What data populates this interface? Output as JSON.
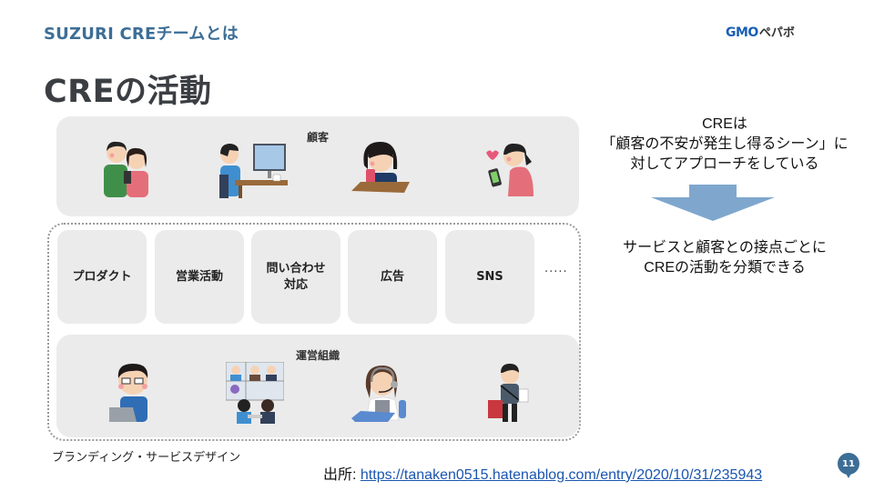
{
  "header": {
    "section_title": "SUZURI CREチームとは",
    "page_title": "CREの活動",
    "logo": {
      "brand": "GMO",
      "sub": "ペパボ"
    }
  },
  "diagram": {
    "customer_panel": {
      "label": "顧客",
      "illustrations": [
        "couple-with-tablet",
        "man-at-computer-drawing",
        "student-with-phone",
        "woman-with-phone-heart"
      ]
    },
    "touchpoints": [
      {
        "label": "プロダクト"
      },
      {
        "label": "営業活動"
      },
      {
        "label": "問い合わせ\n対応",
        "line1": "問い合わせ",
        "line2": "対応"
      },
      {
        "label": "広告"
      },
      {
        "label": "SNS"
      }
    ],
    "touchpoints_more": "·····",
    "org_panel": {
      "label": "運営組織",
      "illustrations": [
        "engineer-with-laptop",
        "video-meeting",
        "support-operator-headset",
        "salesman-with-bags"
      ]
    },
    "boundary_label": "ブランディング・サービスデザイン"
  },
  "explanation": {
    "top_line1": "CREは",
    "top_line2": "「顧客の不安が発生し得るシーン」に",
    "top_line3": "対してアプローチをしている",
    "arrow_color": "#7fa7cd",
    "bottom_line1": "サービスと顧客との接点ごとに",
    "bottom_line2": "CREの活動を分類できる"
  },
  "footer": {
    "source_label": "出所: ",
    "source_url": "https://tanaken0515.hatenablog.com/entry/2020/10/31/235943",
    "page_number": "11"
  },
  "colors": {
    "accent": "#3d6e96",
    "panel_bg": "#ebebeb",
    "title": "#3b3e42",
    "link": "#1a55b0"
  }
}
